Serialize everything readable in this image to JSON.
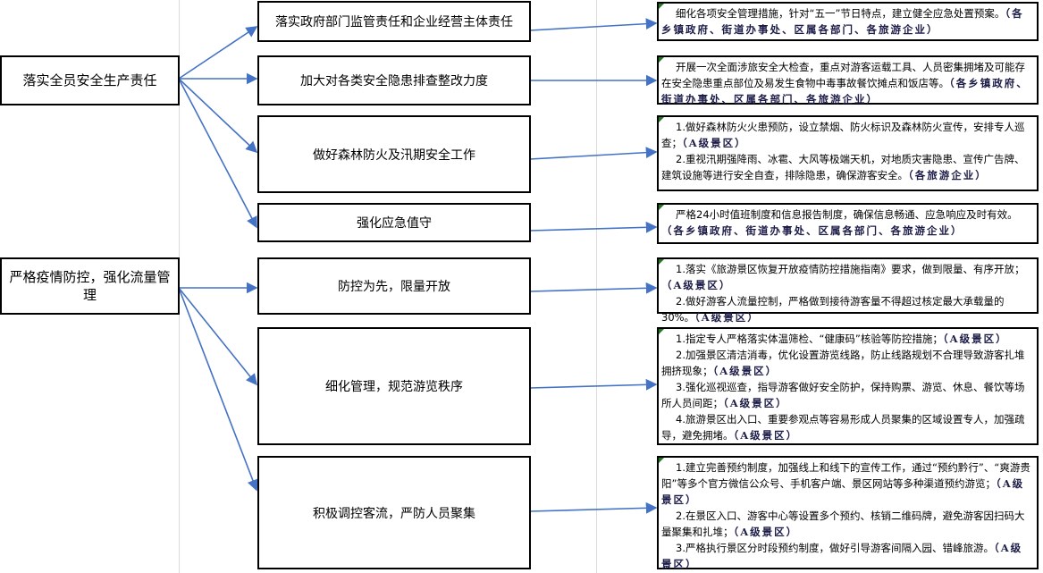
{
  "left": [
    {
      "label": "落实全员安全生产责任"
    },
    {
      "label": "严格疫情防控，强化流量管理"
    }
  ],
  "middle": [
    {
      "label": "落实政府部门监管责任和企业经营主体责任"
    },
    {
      "label": "加大对各类安全隐患排查整改力度"
    },
    {
      "label": "做好森林防火及汛期安全工作"
    },
    {
      "label": "强化应急值守"
    },
    {
      "label": "防控为先，限量开放"
    },
    {
      "label": "细化管理，规范游览秩序"
    },
    {
      "label": "积极调控客流，严防人员聚集"
    }
  ],
  "right": [
    {
      "items": [
        {
          "text": "细化各项安全管理措施，针对“五一”节日特点，建立健全应急处置预案。",
          "tag": "（各乡镇政府、街道办事处、区属各部门、各旅游企业）"
        }
      ]
    },
    {
      "items": [
        {
          "text": "开展一次全面涉旅安全大检查，重点对游客运载工具、人员密集拥堵及可能存在安全隐患重点部位及易发生食物中毒事故餐饮摊点和饭店等。",
          "tag": "（各乡镇政府、街道办事处、区属各部门、各旅游企业）"
        }
      ]
    },
    {
      "items": [
        {
          "text": "1.做好森林防火火患预防，设立禁烟、防火标识及森林防火宣传，安排专人巡查；",
          "tag": "（A级景区）"
        },
        {
          "text": "2.重视汛期强降雨、冰雹、大风等极端天机，对地质灾害隐患、宣传广告牌、建筑设施等进行安全自查，排除隐患，确保游客安全。",
          "tag": "（各旅游企业）"
        }
      ]
    },
    {
      "items": [
        {
          "text": "严格24小时值班制度和信息报告制度，确保信息畅通、应急响应及时有效。",
          "tag": "（各乡镇政府、街道办事处、区属各部门、各旅游企业）"
        }
      ]
    },
    {
      "items": [
        {
          "text": "1.落实《旅游景区恢复开放疫情防控措施指南》要求，做到限量、有序开放；",
          "tag": "（A级景区）"
        },
        {
          "text": "2.做好游客人流量控制，严格做到接待游客量不得超过核定最大承载量的30%。",
          "tag": "（A级景区）"
        }
      ]
    },
    {
      "items": [
        {
          "text": "1.指定专人严格落实体温筛检、“健康码”核验等防控措施；",
          "tag": "（A级景区）"
        },
        {
          "text": "2.加强景区清洁消毒，优化设置游览线路，防止线路规划不合理导致游客扎堆拥挤现象；",
          "tag": "（A级景区）"
        },
        {
          "text": "3.强化巡视巡查，指导游客做好安全防护，保持购票、游览、休息、餐饮等场所人员间距；",
          "tag": "（A级景区）"
        },
        {
          "text": "4.旅游景区出入口、重要参观点等容易形成人员聚集的区域设置专人，加强疏导，避免拥堵。",
          "tag": "（A级景区）"
        }
      ]
    },
    {
      "items": [
        {
          "text": "1.建立完善预约制度，加强线上和线下的宣传工作，通过“预约黔行”、“爽游贵阳”等多个官方微信公众号、手机客户端、景区网站等多种渠道预约游览；",
          "tag": "（A级景区）"
        },
        {
          "text": "2.在景区入口、游客中心等设置多个预约、核销二维码牌，避免游客因扫码大量聚集和扎堆；",
          "tag": "（A级景区）"
        },
        {
          "text": "3.严格执行景区分时段预约制度，做好引导游客间隔入园、错峰旅游。",
          "tag": "（A级景区）"
        }
      ]
    }
  ],
  "colors": {
    "arrow": "#4472c4",
    "tag": "#1c1c48",
    "border": "#000000"
  }
}
